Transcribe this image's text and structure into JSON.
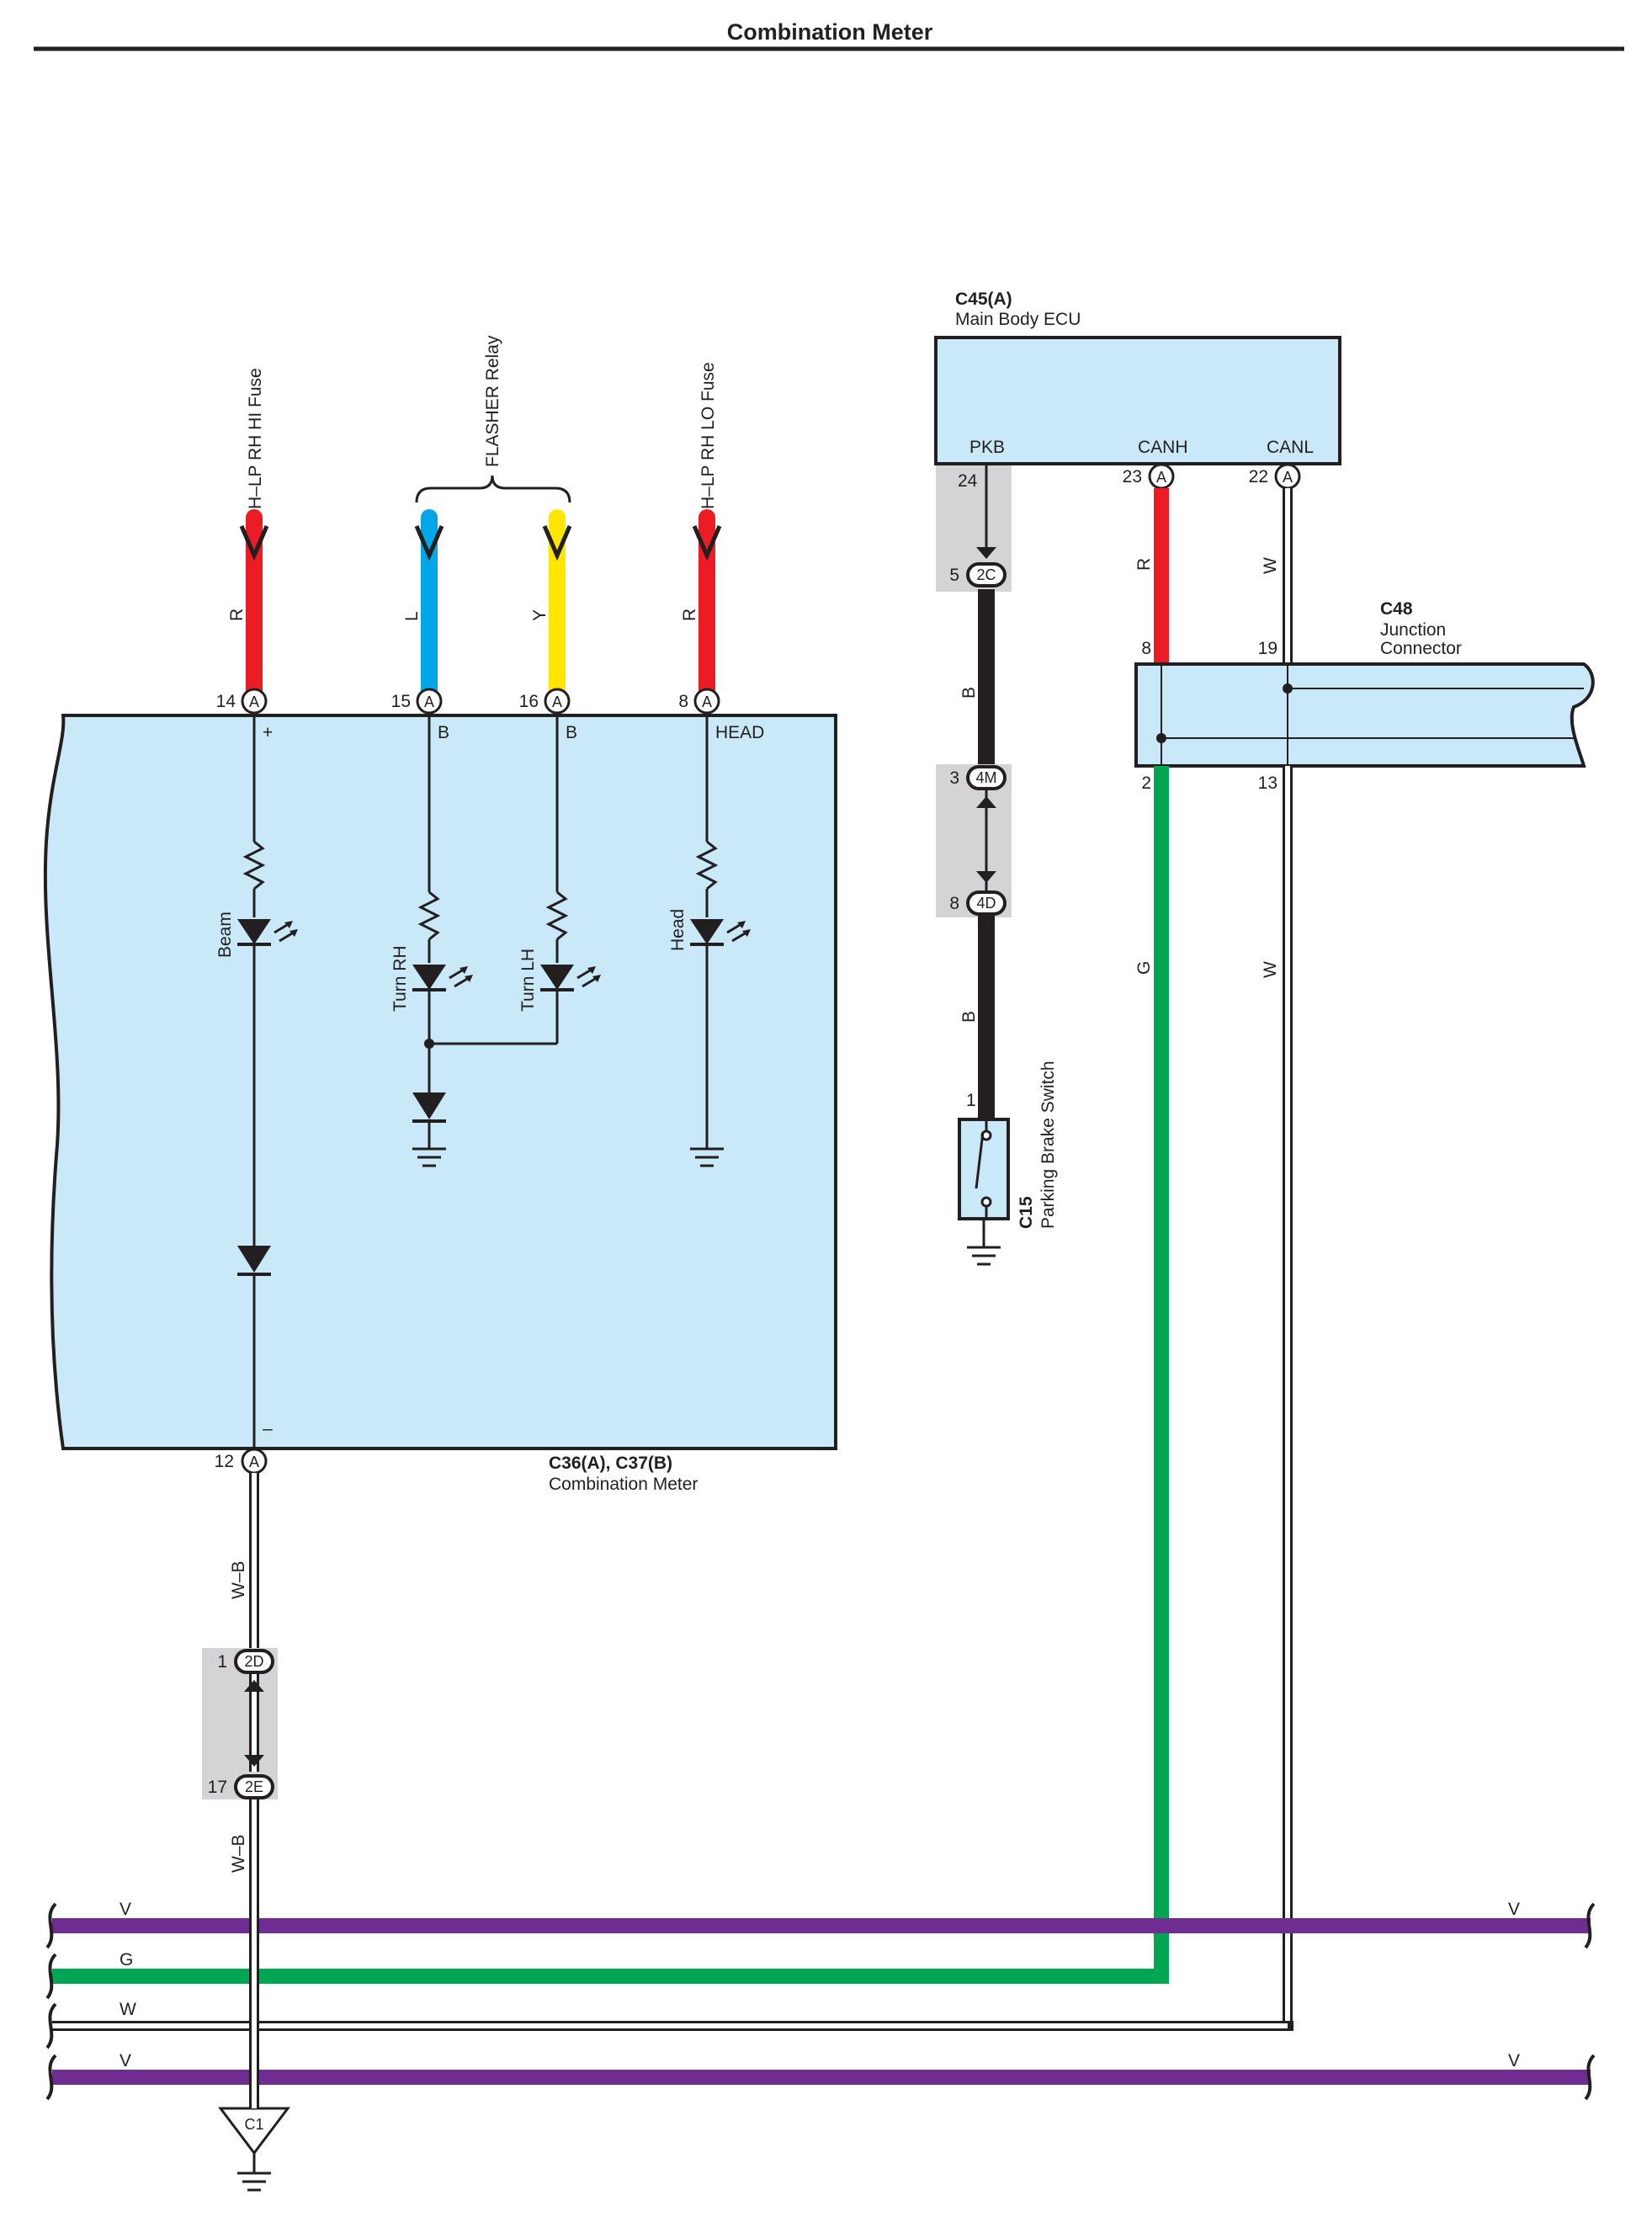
{
  "title": "Combination Meter",
  "colors": {
    "red": "#ec1c24",
    "blue": "#00a6e6",
    "yellow": "#ffe600",
    "black": "#231f20",
    "green": "#00a651",
    "violet": "#6f2c91",
    "white_wire": "#ffffff",
    "component_fill": "#c9e8f8",
    "connector_block": "#d4d4d6"
  },
  "top_sources": {
    "hi_fuse": "H–LP RH HI Fuse",
    "flasher": "FLASHER Relay",
    "lo_fuse": "H–LP RH LO Fuse"
  },
  "top_wires": {
    "w1": "R",
    "w2": "L",
    "w3": "Y",
    "w4": "R"
  },
  "meter": {
    "code": "C36(A), C37(B)",
    "name": "Combination Meter",
    "pin_14": "14",
    "pin_15": "15",
    "pin_16": "16",
    "pin_8": "8",
    "pin_12": "12",
    "connector": "A",
    "term_plus": "+",
    "term_b1": "B",
    "term_b2": "B",
    "term_head": "HEAD",
    "term_minus": "–",
    "lamp_beam": "Beam",
    "lamp_turn_rh": "Turn RH",
    "lamp_turn_lh": "Turn LH",
    "lamp_head": "Head"
  },
  "meter_ground_path": {
    "wire_upper": "W–B",
    "wire_lower": "W–B",
    "pin_upper": "1",
    "conn_upper": "2D",
    "pin_lower": "17",
    "conn_lower": "2E",
    "ground_point": "C1"
  },
  "ecu": {
    "code": "C45(A)",
    "name": "Main Body ECU",
    "term_pkb": "PKB",
    "term_canh": "CANH",
    "term_canl": "CANL",
    "pin_24": "24",
    "pin_23": "23",
    "pin_22": "22",
    "connector": "A"
  },
  "pkb_path": {
    "pin_5": "5",
    "conn_2c": "2C",
    "wire_b1": "B",
    "pin_3": "3",
    "conn_4m": "4M",
    "pin_8": "8",
    "conn_4d": "4D",
    "wire_b2": "B",
    "pin_1": "1",
    "switch_code": "C15",
    "switch_name": "Parking Brake Switch"
  },
  "can_wires": {
    "canh_upper": "R",
    "canl_upper": "W",
    "canh_lower": "G",
    "canl_lower": "W"
  },
  "junction": {
    "code": "C48",
    "name_line1": "Junction",
    "name_line2": "Connector",
    "pin_8": "8",
    "pin_19": "19",
    "pin_2": "2",
    "pin_13": "13"
  },
  "bus": {
    "v_top_left": "V",
    "v_top_right": "V",
    "g_left": "G",
    "w_left": "W",
    "v_bottom_left": "V",
    "v_bottom_right": "V"
  }
}
